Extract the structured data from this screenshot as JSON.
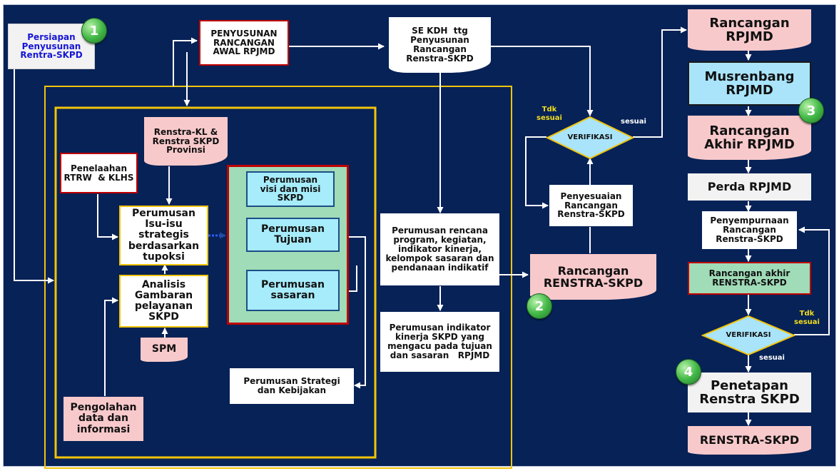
{
  "diagram": {
    "nodes": {
      "persiapan": "Persiapan\nPenyusunan\nRentra-SKPD",
      "penyusunan_awal": "PENYUSUNAN\nRANCANGAN\nAWAL RPJMD",
      "se_kdh": "SE KDH  ttg\nPenyusunan\nRancangan\nRenstra-SKPD",
      "renstra_kl": "Renstra-KL &\nRenstra SKPD\nProvinsi",
      "penelaahan": "Penelaahan\nRTRW  & KLHS",
      "perumusan_isu": "Perumusan\nIsu-isu\nstrategis\nberdasarkan\ntupoksi",
      "analisis": "Analisis\nGambaran\npelayanan\nSKPD",
      "spm": "SPM",
      "pengolahan": "Pengolahan\ndata dan\ninformasi",
      "visi_misi": "Perumusan\nvisi dan misi\nSKPD",
      "tujuan": "Perumusan\nTujuan",
      "sasaran": "Perumusan\nsasaran",
      "strategi": "Perumusan Strategi\ndan Kebijakan",
      "rencana_program": "Perumusan rencana\nprogram, kegiatan,\nindikator kinerja,\nkelompok sasaran dan\npendanaan indikatif",
      "indikator_kinerja": "Perumusan indikator\nkinerja SKPD yang\nmengacu pada tujuan\ndan sasaran   RPJMD",
      "verifikasi_1": "VERIFIKASI",
      "penyesuaian": "Penyesuaian\nRancangan\nRenstra-SKPD",
      "rancangan_renstra": "Rancangan\nRENSTRA-SKPD",
      "rancangan_rpjmd": "Rancangan\nRPJMD",
      "musrenbang": "Musrenbang\nRPJMD",
      "rancangan_akhir_rpjmd": "Rancangan\nAkhir RPJMD",
      "perda": "Perda RPJMD",
      "penyempurnaan": "Penyempurnaan\nRancangan\nRenstra-SKPD",
      "rancangan_akhir_renstra": "Rancangan akhir\nRENSTRA-SKPD",
      "verifikasi_2": "VERIFIKASI",
      "penetapan": "Penetapan\nRenstra SKPD",
      "renstra_final": "RENSTRA-SKPD"
    },
    "labels": {
      "tdk_sesuai_1": "Tdk\nsesuai",
      "sesuai_1": "sesuai",
      "tdk_sesuai_2": "Tdk\nsesuai",
      "sesuai_2": "sesuai"
    },
    "badges": [
      "1",
      "2",
      "3",
      "4"
    ],
    "colors": {
      "background": "#062257",
      "frame_yellow": "#f2c40a",
      "pink": "#f8c9cb",
      "light_blue": "#a9e4fb",
      "green_panel": "#9fdcb7",
      "label_yellow": "#f3dc1a",
      "persiapan_text": "#1616d6"
    }
  }
}
